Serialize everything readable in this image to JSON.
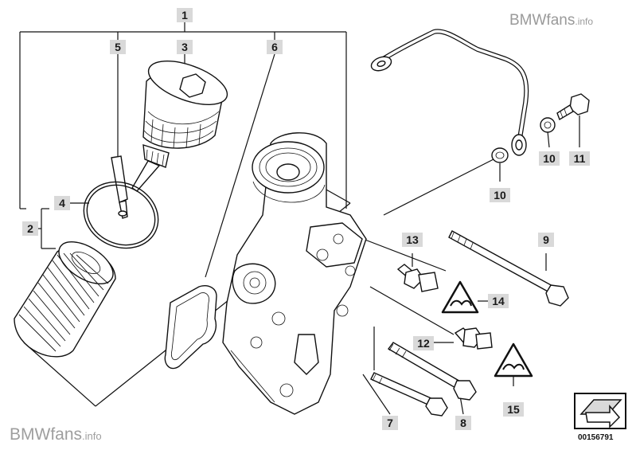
{
  "watermark": {
    "top_main": "BMWfans",
    "top_suffix": ".info",
    "bottom_main": "BMWfans",
    "bottom_suffix": ".info"
  },
  "diagram_id": "00156791",
  "callouts": {
    "c1": "1",
    "c2": "2",
    "c3": "3",
    "c4": "4",
    "c5": "5",
    "c6": "6",
    "c7": "7",
    "c8": "8",
    "c9": "9",
    "c10a": "10",
    "c10b": "10",
    "c11": "11",
    "c12": "12",
    "c13": "13",
    "c14": "14",
    "c15": "15"
  }
}
